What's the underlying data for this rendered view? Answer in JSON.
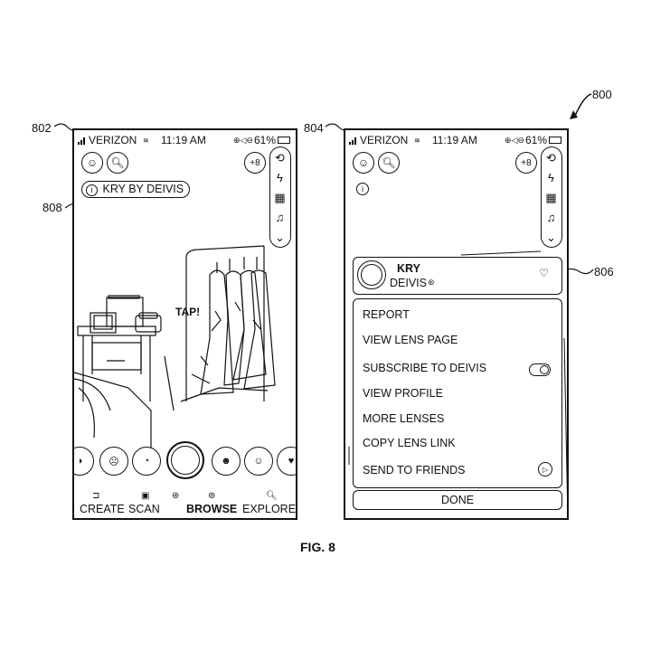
{
  "figure": {
    "caption": "FIG. 8",
    "refs": {
      "figure": "800",
      "left_screen": "802",
      "right_screen": "804",
      "scene": "808",
      "card": "806"
    }
  },
  "left": {
    "status": {
      "carrier": "VERIZON",
      "time": "11:19 AM",
      "battery": "61%"
    },
    "add_friend_label": "+8",
    "lens_pill_label": "KRY BY DEIVIS",
    "info_glyph": "i",
    "scene_text": "TAP!",
    "nav": {
      "create": "CREATE",
      "scan": "SCAN",
      "browse": "BROWSE",
      "explore": "EXPLORE"
    }
  },
  "right": {
    "status": {
      "carrier": "VERIZON",
      "time": "11:19 AM",
      "battery": "61%"
    },
    "add_friend_label": "+8",
    "info_glyph": "i",
    "card": {
      "title": "KRY",
      "creator": "DEIVIS"
    },
    "menu": [
      {
        "label": "REPORT"
      },
      {
        "label": "VIEW LENS PAGE"
      },
      {
        "label": "SUBSCRIBE TO DEIVIS"
      },
      {
        "label": "VIEW PROFILE"
      },
      {
        "label": "MORE LENSES"
      },
      {
        "label": "COPY LENS LINK"
      },
      {
        "label": "SEND TO FRIENDS"
      }
    ],
    "done_label": "DONE"
  }
}
